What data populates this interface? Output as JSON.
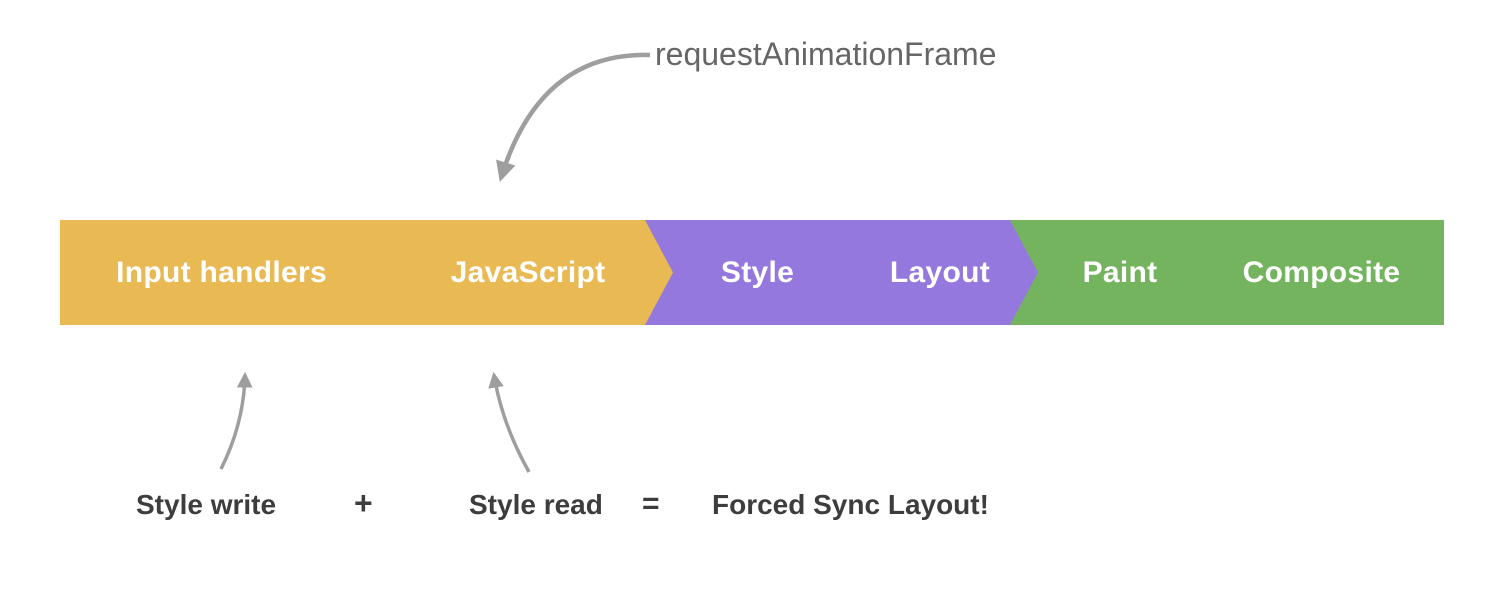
{
  "pipeline": {
    "segments": [
      {
        "label": "Input handlers",
        "color": "#E9B954"
      },
      {
        "label": "JavaScript",
        "color": "#E9B954"
      },
      {
        "label": "Style",
        "color": "#9478DD"
      },
      {
        "label": "Layout",
        "color": "#9478DD"
      },
      {
        "label": "Paint",
        "color": "#75B45F"
      },
      {
        "label": "Composite",
        "color": "#75B45F"
      }
    ]
  },
  "annotations": {
    "raf_label": "requestAnimationFrame",
    "style_write": "Style write",
    "plus_sign": "+",
    "style_read": "Style read",
    "equals_sign": "=",
    "result": "Forced Sync Layout!"
  },
  "colors": {
    "amber": "#E9B954",
    "purple": "#9478DD",
    "green": "#75B45F",
    "arrow_gray": "#9E9E9E",
    "raf_text": "#666666",
    "note_text": "#3D3D3D",
    "background": "#FFFFFF",
    "segment_text": "#FFFFFF"
  }
}
